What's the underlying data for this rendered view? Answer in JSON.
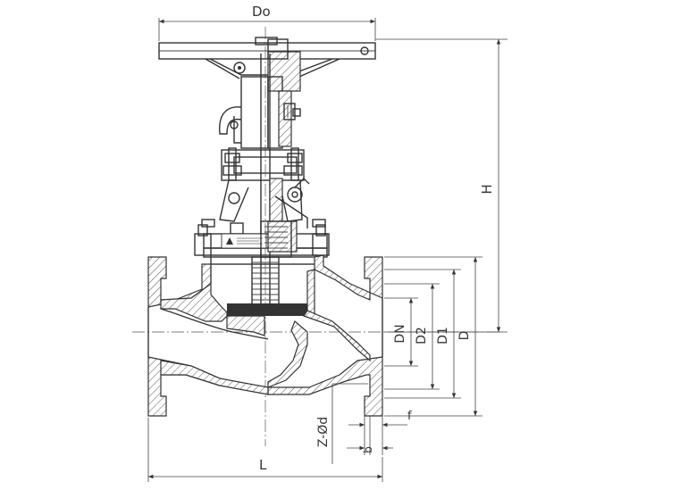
{
  "drawing": {
    "title": "Globe valve general arrangement",
    "labels": {
      "do": "Do",
      "h": "H",
      "dn": "DN",
      "d2": "D2",
      "d1": "D1",
      "d": "D",
      "l": "L",
      "zd": "Z-Ød",
      "f": "f",
      "b": "b"
    }
  }
}
